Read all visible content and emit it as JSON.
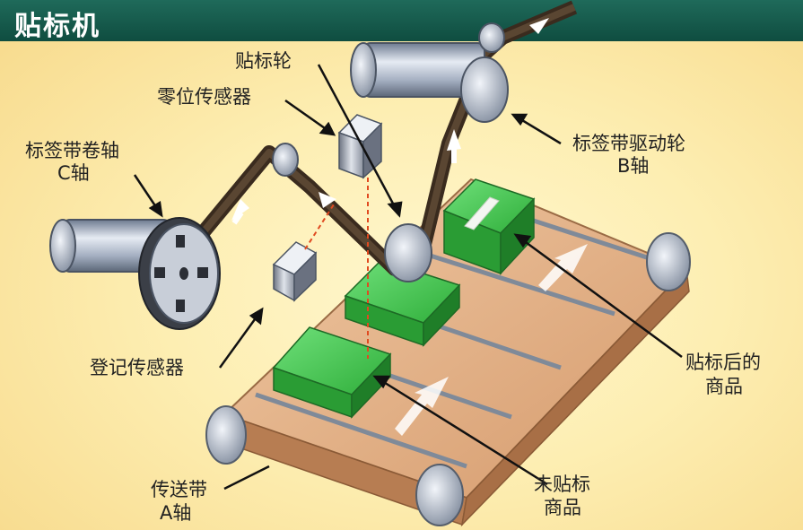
{
  "title": "贴标机",
  "labels": {
    "label_wheel": "贴标轮",
    "zero_sensor": "零位传感器",
    "c_axis_line1": "标签带卷轴",
    "c_axis_line2": "C轴",
    "b_axis_line1": "标签带驱动轮",
    "b_axis_line2": "B轴",
    "register_sensor": "登记传感器",
    "labeled_line1": "贴标后的",
    "labeled_line2": "商品",
    "unlabeled_line1": "未贴标",
    "unlabeled_line2": "商品",
    "conveyor_line1": "传送带",
    "conveyor_line2": "A轴"
  },
  "colors": {
    "title_bar": "#14584a",
    "belt": "#d9a277",
    "box_green": "#3fbf4a",
    "roller": "#a9b4c6",
    "label_strip": "#3a2b1e"
  }
}
